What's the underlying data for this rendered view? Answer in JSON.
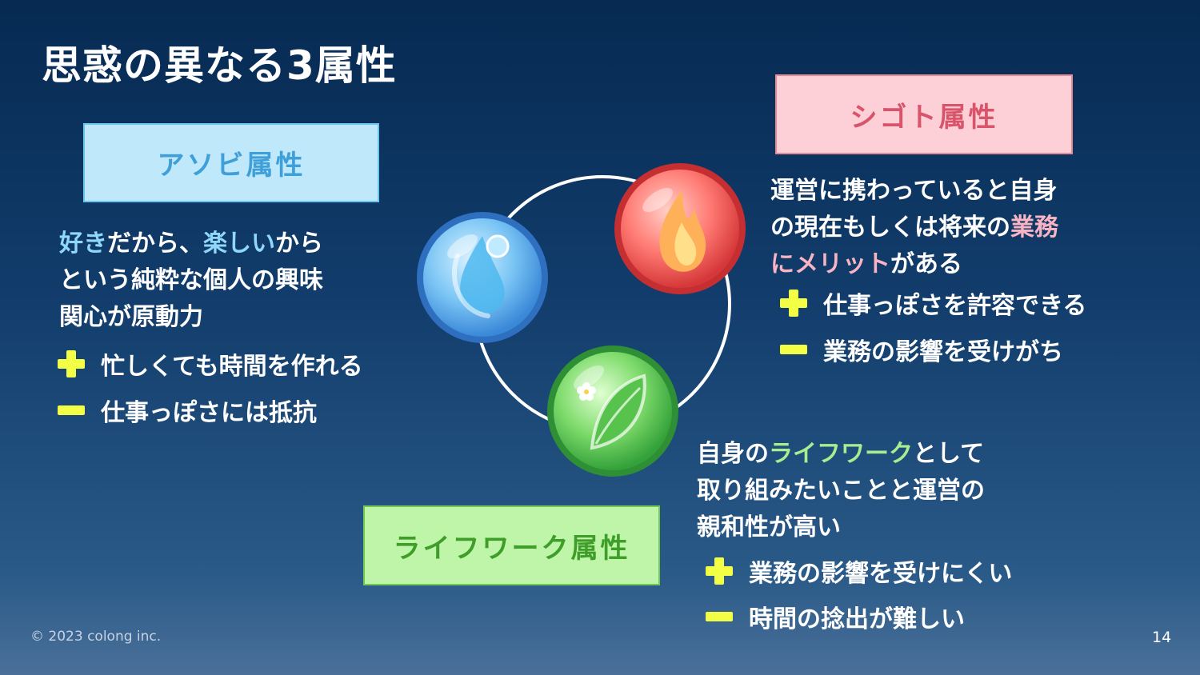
{
  "slide": {
    "title": "思惑の異なる3属性",
    "footer": "© 2023 colong inc.",
    "page_number": "14"
  },
  "asobi": {
    "badge": "アソビ属性",
    "desc_line1_hl1": "好き",
    "desc_line1_mid": "だから、",
    "desc_line1_hl2": "楽しい",
    "desc_line1_tail": "から",
    "desc_line2": "という純粋な個人の興味",
    "desc_line3": "関心が原動力",
    "plus": "忙しくても時間を作れる",
    "minus": "仕事っぽさには抵抗"
  },
  "shigoto": {
    "badge": "シゴト属性",
    "desc_line1": "運営に携わっていると自身",
    "desc_line2_pre": "の現在もしくは将来の",
    "desc_line2_hl": "業務",
    "desc_line3_hl": "にメリット",
    "desc_line3_tail": "がある",
    "plus": "仕事っぽさを許容できる",
    "minus": "業務の影響を受けがち"
  },
  "lifework": {
    "badge": "ライフワーク属性",
    "desc_line1_pre": "自身の",
    "desc_line1_hl": "ライフワーク",
    "desc_line1_tail": "として",
    "desc_line2": "取り組みたいことと運営の",
    "desc_line3": "親和性が高い",
    "plus": "業務の影響を受けにくい",
    "minus": "時間の捻出が難しい"
  },
  "icons": {
    "water": "water-drop-orb-icon",
    "fire": "fire-orb-icon",
    "leaf": "leaf-orb-icon"
  },
  "colors": {
    "accent_yellow": "#f3ff45",
    "asobi_blue": "#3f9fd8",
    "shigoto_red": "#d9536b",
    "lifework_green": "#3f9e2a"
  }
}
